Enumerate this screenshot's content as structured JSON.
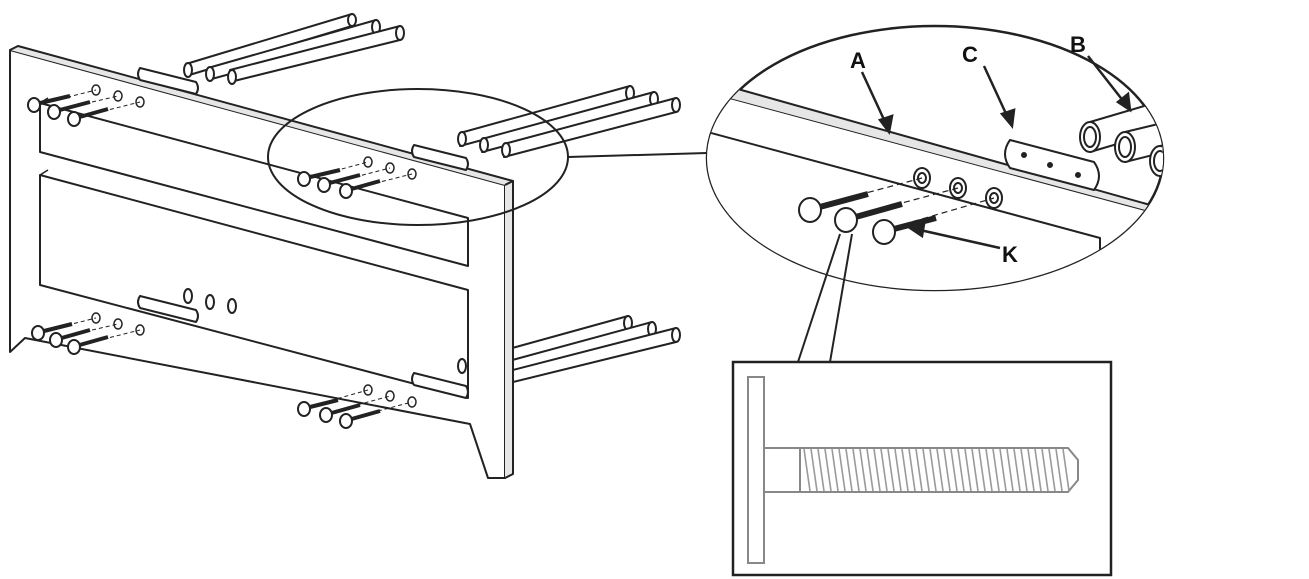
{
  "diagram": {
    "callouts": {
      "A": "A",
      "B": "B",
      "C": "C",
      "K": "K"
    },
    "colors": {
      "line": "#222222",
      "panel": "#ffffff",
      "shade": "#e6e6e6",
      "thread": "#9a9a9a"
    }
  }
}
